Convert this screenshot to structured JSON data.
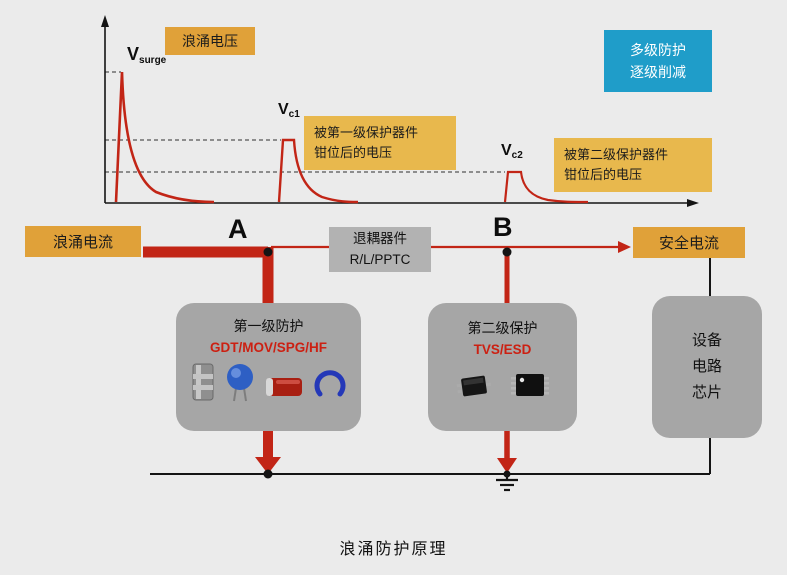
{
  "colors": {
    "background": "#ebebeb",
    "gold_label": "#e0a139",
    "gold_light_label": "#e8b84d",
    "blue_label": "#1f9dc9",
    "surge_red": "#c22516",
    "gray_box": "#a6a6a6",
    "line_black": "#141414"
  },
  "graph": {
    "surge_voltage_label": "浪涌电压",
    "v_surge_main": "V",
    "v_surge_sub": "surge",
    "v_c1_main": "V",
    "v_c1_sub": "c1",
    "v_c2_main": "V",
    "v_c2_sub": "c2",
    "clamp1_label": "被第一级保护器件\n钳位后的电压",
    "clamp2_label": "被第二级保护器件\n钳位后的电压",
    "multilevel_label": "多级防护\n逐级削减"
  },
  "circuit": {
    "surge_current_label": "浪涌电流",
    "safe_current_label": "安全电流",
    "node_a": "A",
    "node_b": "B",
    "decoupling_label": "退耦器件\nR/L/PPTC",
    "stage1_title": "第一级防护",
    "stage1_devices": "GDT/MOV/SPG/HF",
    "stage2_title": "第二级保护",
    "stage2_devices": "TVS/ESD",
    "chip_label": "设备\n电路\n芯片"
  },
  "footer": {
    "title": "浪涌防护原理"
  }
}
